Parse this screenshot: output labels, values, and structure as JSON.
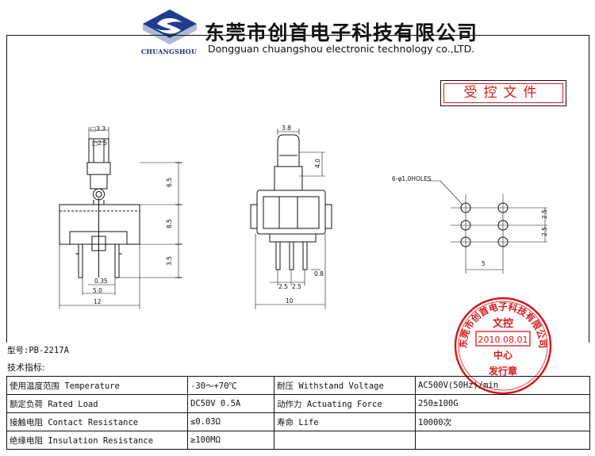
{
  "header": {
    "logo_text": "CHUANGSHOU",
    "company_cn": "东莞市创首电子科技有限公司",
    "company_en": "Dongguan chuangshou electronic technology co.,LTD.",
    "brand_color": "#1f3c8f"
  },
  "stamp": {
    "controlled_doc": "受控文件",
    "seal_color": "#d81818",
    "seal_ring_text": "东莞市创首电子科技有限公司",
    "seal_line1": "文控",
    "seal_date": "2010.08.01",
    "seal_line2": "中心",
    "seal_bottom": "发行章"
  },
  "drawing": {
    "front": {
      "dim_top_outer": "□3.3",
      "dim_top_inner": "□2.5",
      "dim_h1": "6.5",
      "dim_h2": "8.5",
      "dim_h3": "3.5",
      "dim_pin_width": "0.35",
      "dim_pin_spacing": "5.0",
      "dim_width": "12"
    },
    "side": {
      "dim_button_width": "3.8",
      "dim_button_height": "4.0",
      "dim_pitch_1": "2.5",
      "dim_pitch_2": "2.5",
      "dim_pin_thickness": "0.8",
      "dim_width": "10"
    },
    "pcb": {
      "holes_label": "6-φ1.0HOLES",
      "dim_v1": "2.5",
      "dim_v2": "2.5",
      "dim_h": "5"
    }
  },
  "model": {
    "label": "型号:PB-2217A"
  },
  "specs": {
    "title": "技术指标:",
    "rows": [
      {
        "k1": "使用温度范围 Temperature",
        "v1": "-30～+70℃",
        "k2": "耐压 Withstand Voltage",
        "v2": "AC500V(50Hz)/min"
      },
      {
        "k1": "额定负荷 Rated Load",
        "v1": "DC50V 0.5A",
        "k2": "动作力 Actuating Force",
        "v2": "250±100G"
      },
      {
        "k1": "接触电阻 Contact Resistance",
        "v1": "≤0.03Ω",
        "k2": "寿命 Life",
        "v2": "10000次"
      },
      {
        "k1": "绝缘电阻 Insulation Resistance",
        "v1": "≥100MΩ",
        "k2": "",
        "v2": ""
      }
    ]
  }
}
